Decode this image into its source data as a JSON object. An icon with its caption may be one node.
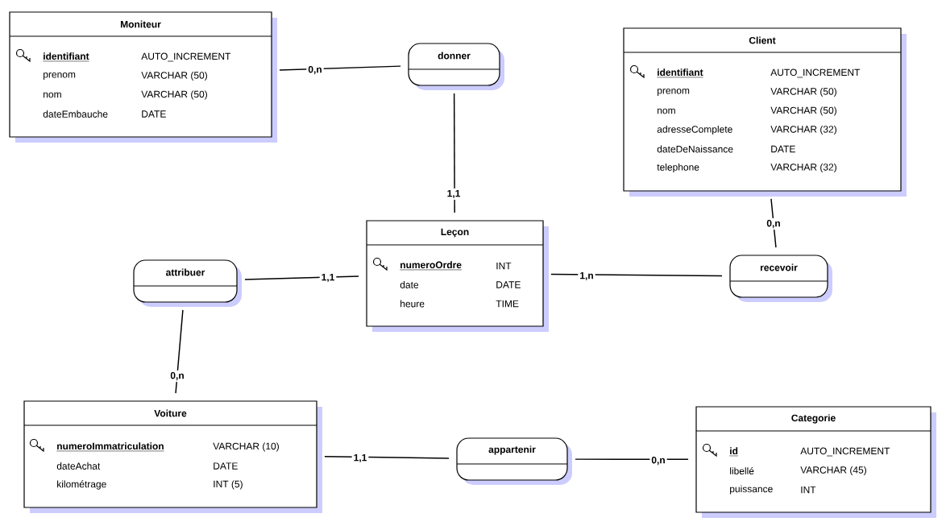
{
  "diagram": {
    "nodes": [
      {
        "text": [
          "Moniteur",
          "identifiant",
          "AUTO_INCREMENT",
          "prenom",
          "VARCHAR (50)",
          "nom",
          "VARCHAR (50)",
          "dateEmbauche",
          "DATE"
        ]
      },
      {
        "text": [
          "donner"
        ]
      },
      {
        "text": [
          "Client",
          "identifiant",
          "AUTO_INCREMENT",
          "prenom",
          "VARCHAR (50)",
          "nom",
          "VARCHAR (50)",
          "adresseComplete",
          "VARCHAR (32)",
          "dateDeNaissance",
          "DATE",
          "telephone",
          "VARCHAR (32)"
        ]
      },
      {
        "text": [
          "Leçon",
          "numeroOrdre",
          "INT",
          "date",
          "DATE",
          "heure",
          "TIME"
        ]
      },
      {
        "text": [
          "attribuer"
        ]
      },
      {
        "text": [
          "recevoir"
        ]
      },
      {
        "text": [
          "Voiture",
          "numeroImmatriculation",
          "VARCHAR (10)",
          "dateAchat",
          "DATE",
          "kilométrage",
          "INT (5)"
        ]
      },
      {
        "text": [
          "appartenir"
        ]
      },
      {
        "text": [
          "Categorie",
          "id",
          "AUTO_INCREMENT",
          "libellé",
          "VARCHAR (45)",
          "puissance",
          "INT"
        ]
      }
    ],
    "edges": [
      {
        "from": 0,
        "to": 1,
        "arrow": "none",
        "label": "0,n"
      },
      {
        "from": 1,
        "to": 3,
        "arrow": "none",
        "label": "1,1"
      },
      {
        "from": 2,
        "to": 5,
        "arrow": "none",
        "label": "0,n"
      },
      {
        "from": 3,
        "to": 5,
        "arrow": "none",
        "label": "1,n"
      },
      {
        "from": 4,
        "to": 3,
        "arrow": "none",
        "label": "1,1"
      },
      {
        "from": 4,
        "to": 6,
        "arrow": "none",
        "label": "0,n"
      },
      {
        "from": 6,
        "to": 7,
        "arrow": "none",
        "label": "1,1"
      },
      {
        "from": 7,
        "to": 8,
        "arrow": "none",
        "label": "0,n"
      }
    ]
  }
}
